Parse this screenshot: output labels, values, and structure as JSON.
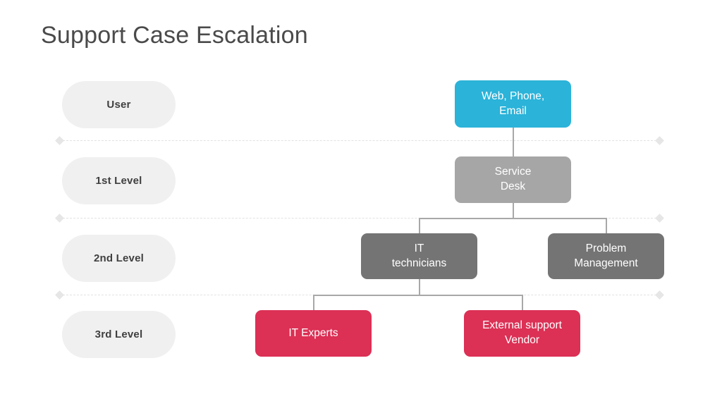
{
  "slide": {
    "title": "Support Case Escalation",
    "background_color": "#ffffff"
  },
  "colors": {
    "title_text": "#4a4a4a",
    "stage_pill_bg": "#f0f0f0",
    "stage_pill_text": "#3f3f3f",
    "node_blue": "#2bb3d9",
    "node_gray": "#a6a6a6",
    "node_dark_gray": "#747474",
    "node_red": "#dc3055",
    "node_text": "#ffffff",
    "connector_line": "#a8a8a8",
    "divider_line": "#e2e2e2",
    "divider_diamond": "#e6e6e6"
  },
  "stages": [
    {
      "label": "User"
    },
    {
      "label": "1st Level"
    },
    {
      "label": "2nd Level"
    },
    {
      "label": "3rd Level"
    }
  ],
  "nodes": {
    "intake": {
      "label": "Web, Phone,\nEmail",
      "line1": "Web, Phone,",
      "line2": "Email",
      "color": "#2bb3d9"
    },
    "service_desk": {
      "label": "Service\nDesk",
      "line1": "Service",
      "line2": "Desk",
      "color": "#a6a6a6"
    },
    "it_technicians": {
      "label": "IT\ntechnicians",
      "line1": "IT",
      "line2": "technicians",
      "color": "#747474"
    },
    "problem_management": {
      "label": "Problem\nManagement",
      "line1": "Problem",
      "line2": "Management",
      "color": "#747474"
    },
    "it_experts": {
      "label": "IT Experts",
      "line1": "IT Experts",
      "line2": "",
      "color": "#dc3055"
    },
    "external_vendor": {
      "label": "External support\nVendor",
      "line1": "External support",
      "line2": "Vendor",
      "color": "#dc3055"
    }
  },
  "dividers": [
    {
      "name": "divider-user-1st"
    },
    {
      "name": "divider-1st-2nd"
    },
    {
      "name": "divider-2nd-3rd"
    }
  ]
}
